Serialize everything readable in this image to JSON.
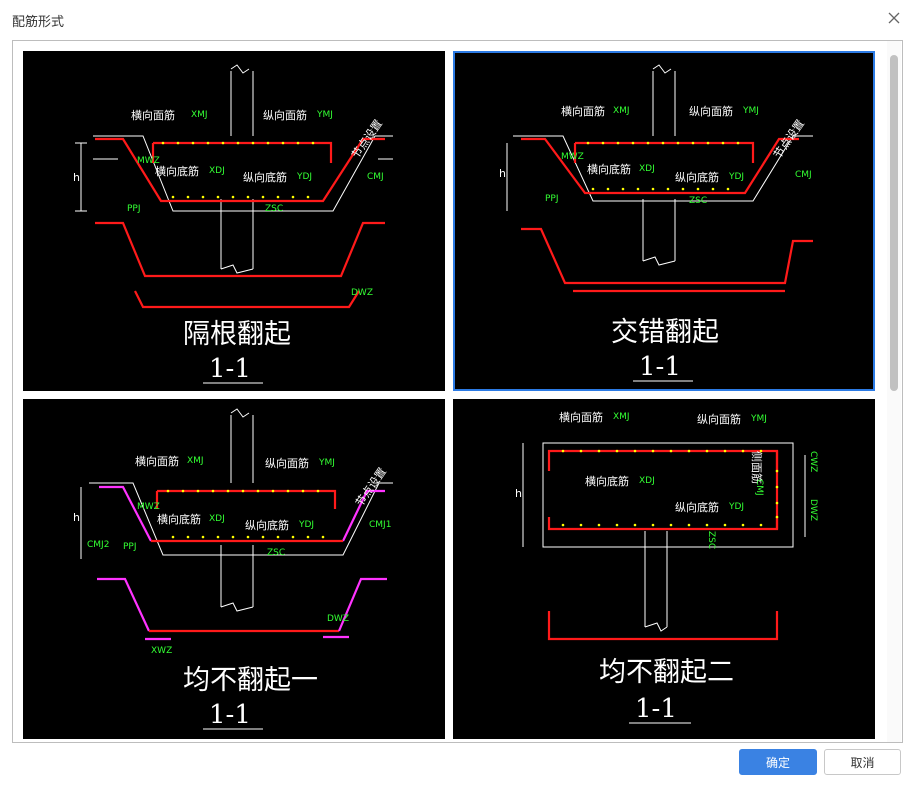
{
  "dialog": {
    "title": "配筋形式",
    "ok_label": "确定",
    "cancel_label": "取消",
    "close_icon": "close-icon"
  },
  "options": [
    {
      "caption": "隔根翻起",
      "section": "1-1",
      "selected": false
    },
    {
      "caption": "交错翻起",
      "section": "1-1",
      "selected": true
    },
    {
      "caption": "均不翻起一",
      "section": "1-1",
      "selected": false
    },
    {
      "caption": "均不翻起二",
      "section": "1-1",
      "selected": false
    }
  ],
  "labels": {
    "top_transverse": "横向面筋",
    "top_transverse_code": "XMJ",
    "top_longitudinal": "纵向面筋",
    "top_longitudinal_code": "YMJ",
    "bottom_transverse": "横向底筋",
    "bottom_transverse_code": "XDJ",
    "bottom_longitudinal": "纵向底筋",
    "bottom_longitudinal_code": "YDJ",
    "node_setting": "节点设置",
    "cmj": "CMJ",
    "cmj1": "CMJ1",
    "cmj2": "CMJ2",
    "cmj_v": "CMJ",
    "side_bar": "侧面筋",
    "ppj": "PPJ",
    "mwz": "MWZ",
    "dwz": "DWZ",
    "xwz": "XWZ",
    "cwz": "CWZ",
    "zsc": "ZSC",
    "h": "h"
  },
  "colors": {
    "accent": "#3a82e3",
    "rebar_red": "#ff1a1a",
    "rebar_pink": "#ff33ff",
    "annotation_green": "#33ff33",
    "cad_background": "#000000"
  }
}
